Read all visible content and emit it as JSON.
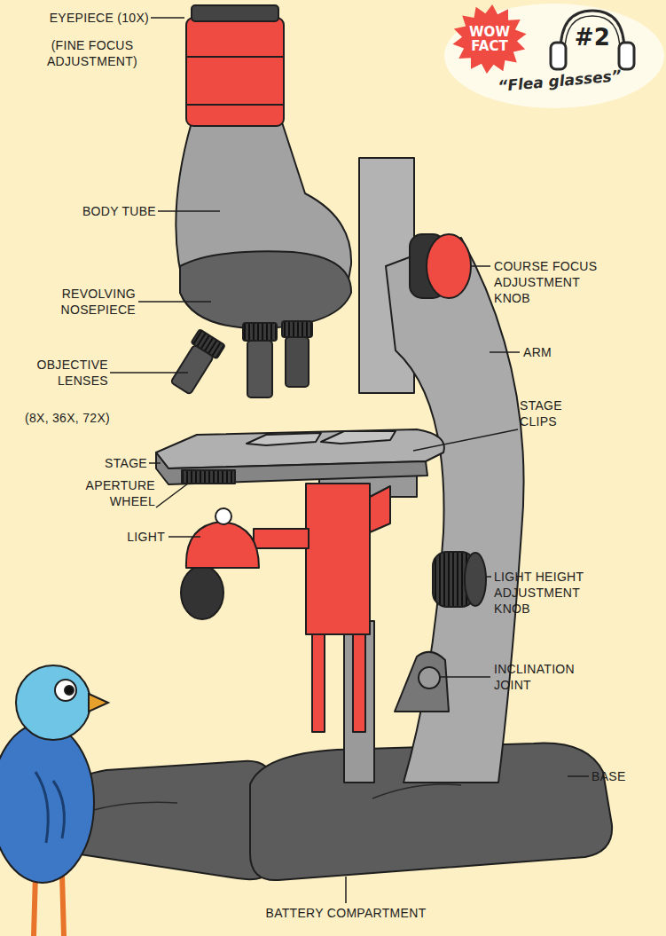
{
  "diagram": {
    "nodes": [
      {
        "text": [
          "“Flea glasses”"
        ]
      },
      {
        "text": [
          "WOW FACT"
        ],
        "in": 0
      }
    ],
    "labels": [
      "EYEPIECE (10X)",
      "(FINE FOCUS ADJUSTMENT)",
      "BODY TUBE",
      "REVOLVING NOSEPIECE",
      "OBJECTIVE LENSES",
      "(8X, 36X, 72X)",
      "STAGE",
      "APERTURE WHEEL",
      "LIGHT",
      "COURSE FOCUS ADJUSTMENT KNOB",
      "ARM",
      "STAGE CLIPS",
      "LIGHT HEIGHT ADJUSTMENT KNOB",
      "INCLINATION JOINT",
      "BASE",
      "BATTERY COMPARTMENT",
      "#2"
    ]
  }
}
